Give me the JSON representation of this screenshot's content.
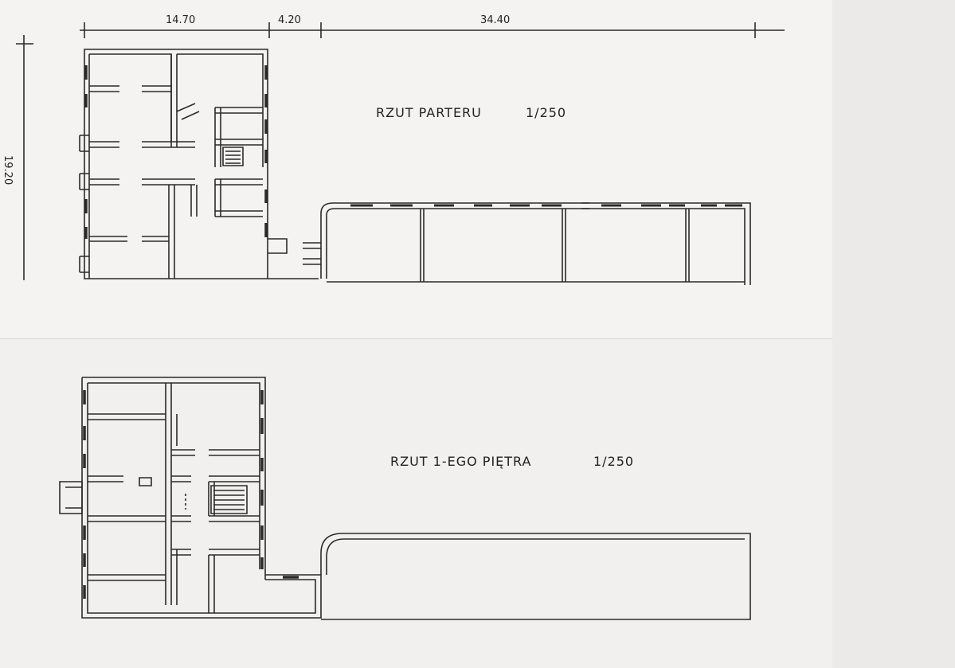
{
  "ground_floor": {
    "title": "RZUT PARTERU",
    "scale": "1/250"
  },
  "first_floor": {
    "title": "RZUT 1-EGO PIĘTRA",
    "scale": "1/250"
  },
  "dimensions": {
    "width_main": "14.70",
    "width_gap": "4.20",
    "width_wing": "34.40",
    "depth": "19.20"
  }
}
